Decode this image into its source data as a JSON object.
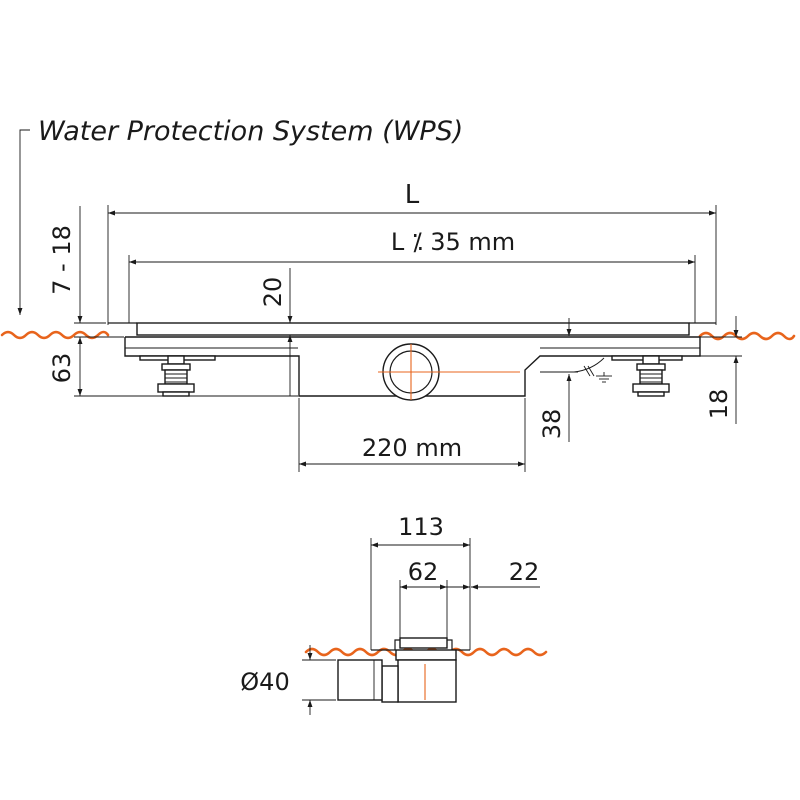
{
  "labels": {
    "wps": "Water Protection System (WPS)",
    "length": "L",
    "length_minus": "L ⁒ 35 mm",
    "depth_20": "20",
    "tile_range": "7 - 18",
    "height_63": "63",
    "outlet_38": "38",
    "width_220": "220 mm",
    "side_18": "18",
    "width_113": "113",
    "width_62": "62",
    "width_22": "22",
    "diameter_40": "Ø40"
  },
  "colors": {
    "line": "#1a1a1a",
    "floor": "#e8641c"
  }
}
